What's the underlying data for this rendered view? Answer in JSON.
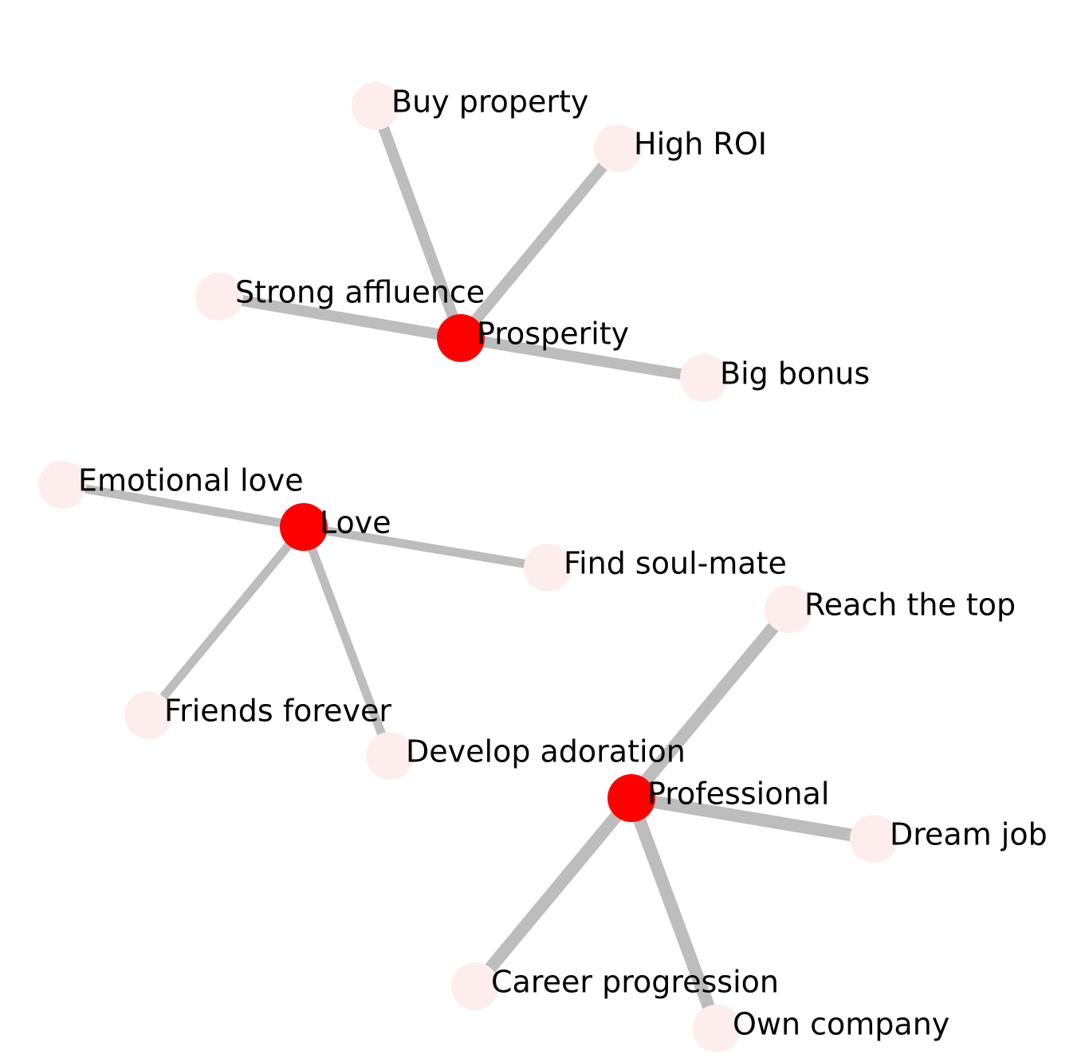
{
  "colors": {
    "background": "#ffffff",
    "hub_node": "#ff0000",
    "leaf_node": "#fdeeed",
    "edge": "#bdbdbd",
    "label": "#000000"
  },
  "hubs": [
    {
      "id": "prosperity",
      "label": "Prosperity",
      "leaves": [
        "Buy property",
        "High ROI",
        "Strong affluence",
        "Big bonus"
      ]
    },
    {
      "id": "love",
      "label": "Love",
      "leaves": [
        "Emotional love",
        "Find soul-mate",
        "Friends forever",
        "Develop adoration"
      ]
    },
    {
      "id": "professional",
      "label": "Professional",
      "leaves": [
        "Reach the top",
        "Dream job",
        "Career progression",
        "Own company"
      ]
    }
  ]
}
